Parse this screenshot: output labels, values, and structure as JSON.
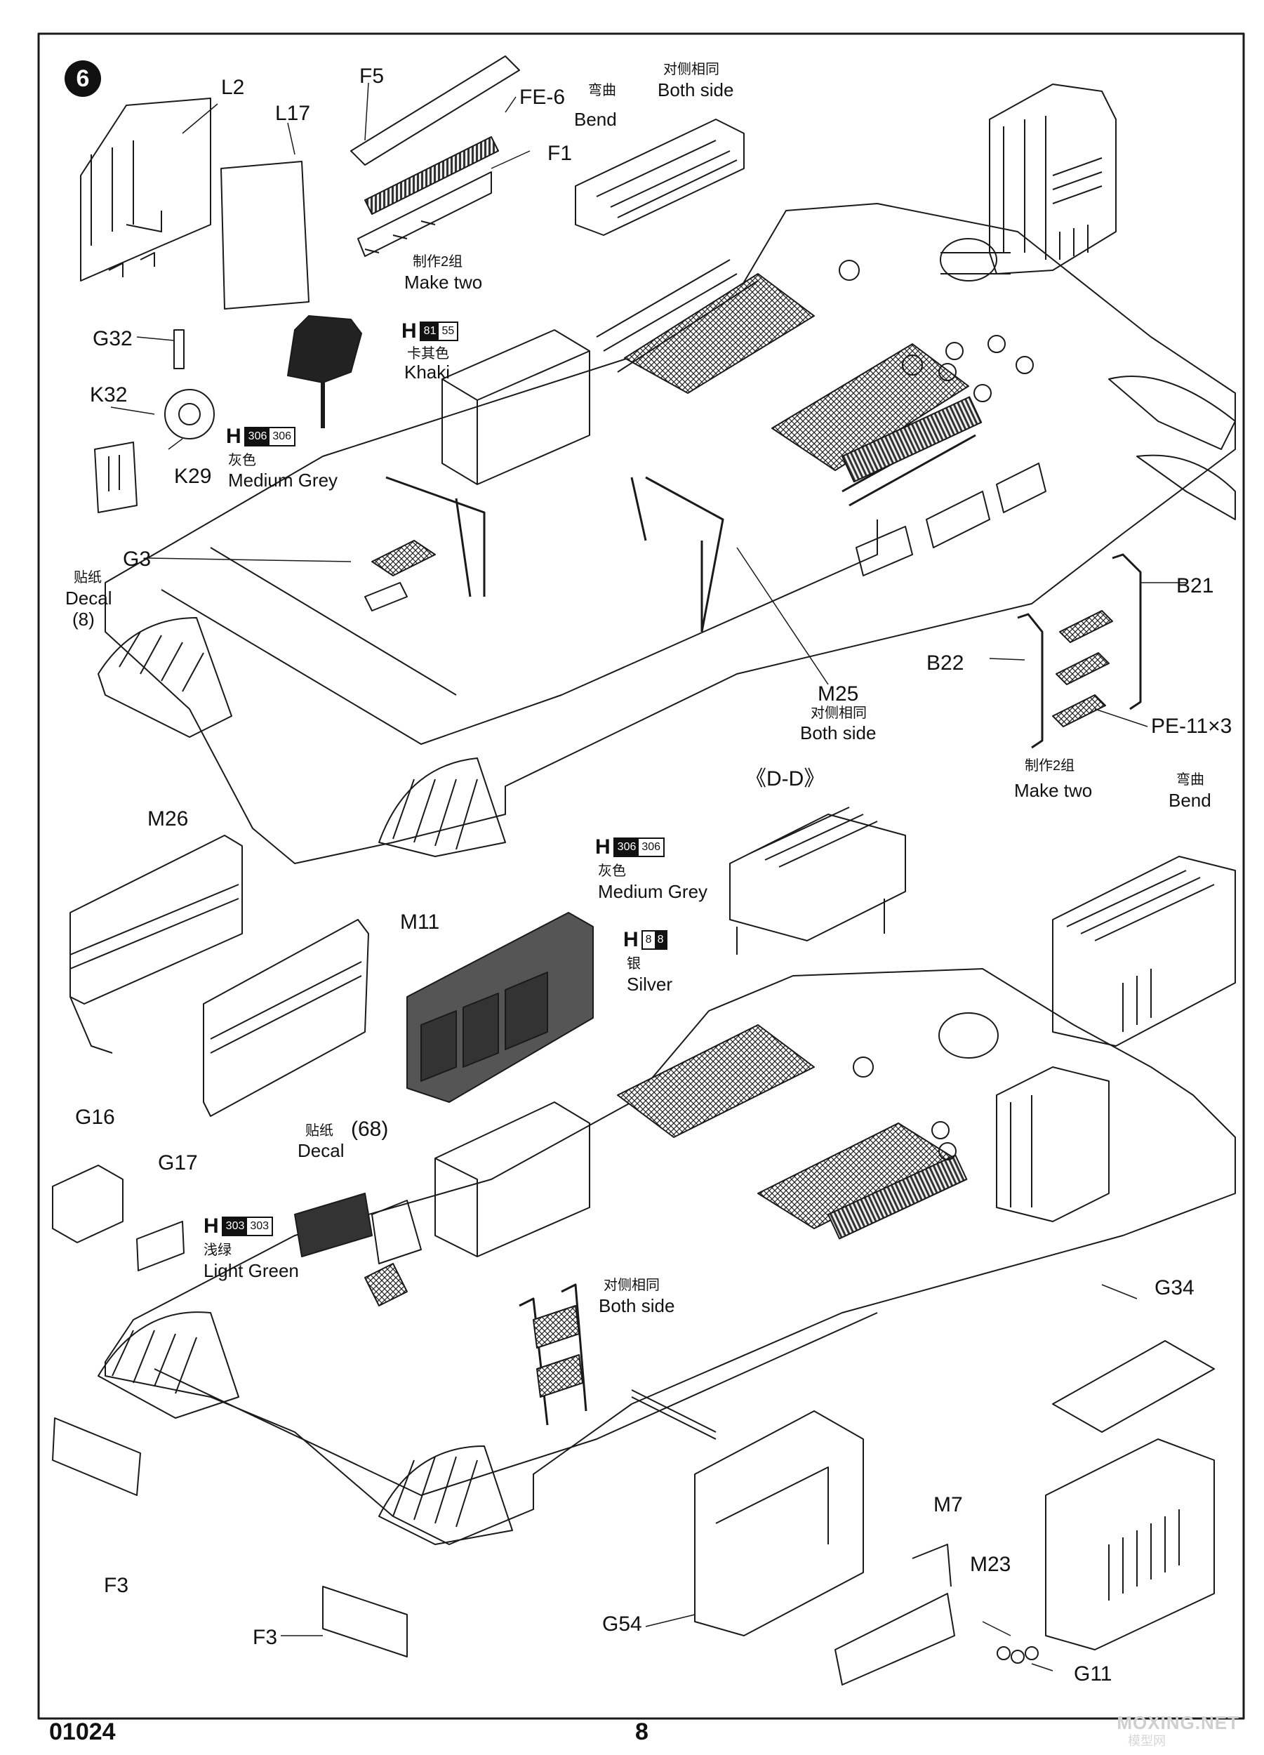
{
  "step": {
    "number": "6"
  },
  "footer": {
    "code": "01024",
    "page": "8"
  },
  "watermark": {
    "text": "MOXING.NET",
    "sub": "模型网"
  },
  "labels": {
    "L2": "L2",
    "L17": "L17",
    "F5": "F5",
    "FE6": "FE-6",
    "F1": "F1",
    "G32": "G32",
    "K32": "K32",
    "K29": "K29",
    "G3": "G3",
    "B21": "B21",
    "B22": "B22",
    "PE11": "PE-11×3",
    "M25": "M25",
    "DD": "《D-D》",
    "M26": "M26",
    "M11": "M11",
    "G16": "G16",
    "G17": "G17",
    "G34": "G34",
    "M7": "M7",
    "M23": "M23",
    "G54": "G54",
    "G11": "G11",
    "F3a": "F3",
    "F3b": "F3",
    "decal_68_num": "(68)",
    "decal_8_num": "(8)"
  },
  "notes": {
    "bend_cn": "弯曲",
    "bend_en": "Bend",
    "both_cn": "对侧相同",
    "both_en": "Both side",
    "make_two_cn": "制作2组",
    "make_two_en": "Make two",
    "decal_cn": "贴纸",
    "decal_en": "Decal"
  },
  "paints": {
    "khaki": {
      "code_a": "81",
      "code_b": "55",
      "cn": "卡其色",
      "en": "Khaki"
    },
    "grey1": {
      "code_a": "306",
      "code_b": "306",
      "cn": "灰色",
      "en": "Medium Grey"
    },
    "grey2": {
      "code_a": "306",
      "code_b": "306",
      "cn": "灰色",
      "en": "Medium Grey"
    },
    "silver": {
      "code_a": "8",
      "code_b": "8",
      "cn": "银",
      "en": "Silver"
    },
    "green": {
      "code_a": "303",
      "code_b": "303",
      "cn": "浅绿",
      "en": "Light Green"
    }
  },
  "paint_prefix": "H"
}
